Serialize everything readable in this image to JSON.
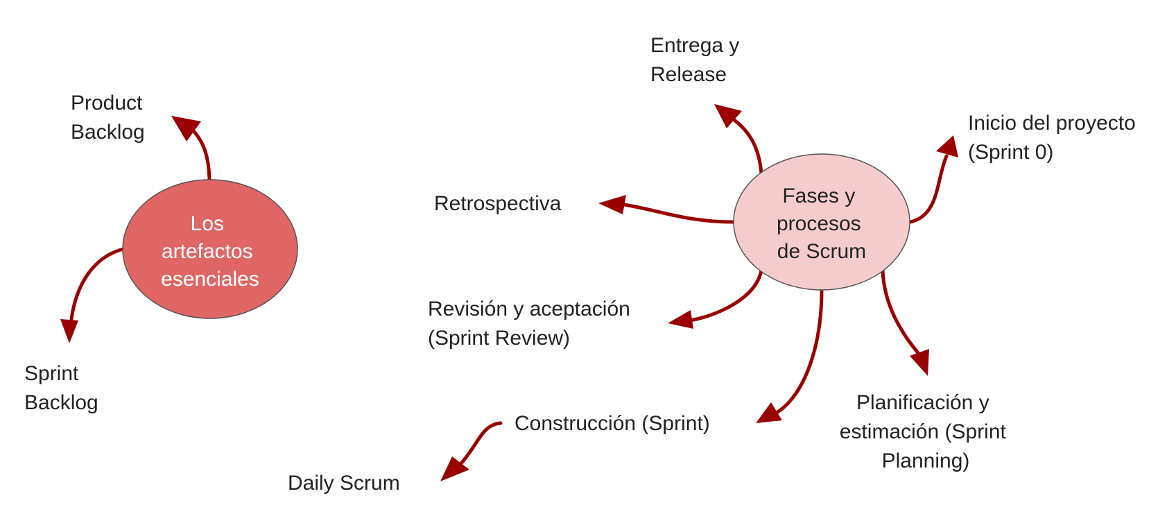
{
  "colors": {
    "node_left_fill": "#e06666",
    "node_right_fill": "#f4cccc",
    "node_stroke": "#555555",
    "arrow": "#9b0000",
    "text": "#222222",
    "node_left_text": "#ffffff"
  },
  "nodes": {
    "artefactos": {
      "lines": [
        "Los",
        "artefactos",
        "esenciales"
      ]
    },
    "fases": {
      "lines": [
        "Fases y",
        "procesos",
        "de Scrum"
      ]
    }
  },
  "labels": {
    "product_backlog": [
      "Product",
      "Backlog"
    ],
    "sprint_backlog": [
      "Sprint",
      "Backlog"
    ],
    "entrega": [
      "Entrega y",
      "Release"
    ],
    "inicio": [
      "Inicio del proyecto",
      "(Sprint 0)"
    ],
    "retrospectiva": [
      "Retrospectiva"
    ],
    "revision": [
      "Revisión y aceptación",
      "(Sprint Review)"
    ],
    "construccion": [
      "Construcción (Sprint)"
    ],
    "planificacion": [
      "Planificación y",
      "estimación (Sprint",
      "Planning)"
    ],
    "daily": [
      "Daily Scrum"
    ]
  }
}
